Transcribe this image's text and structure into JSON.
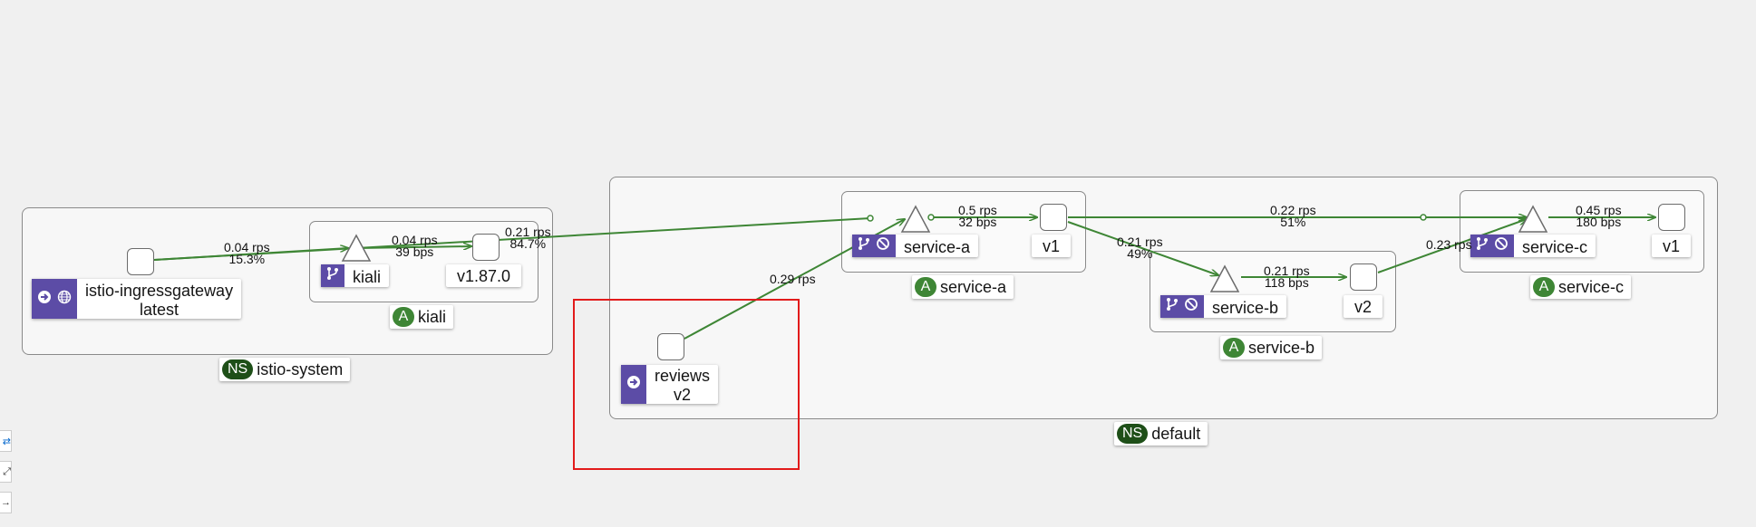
{
  "colors": {
    "edge": "#3e8635",
    "badge": "#5c4ca6",
    "app_pill": "#3e8635",
    "ns_pill": "#1e4f18",
    "highlight": "#e21b1b"
  },
  "namespaces": {
    "istio_system": {
      "badge": "NS",
      "name": "istio-system"
    },
    "default": {
      "badge": "NS",
      "name": "default"
    }
  },
  "apps": {
    "kiali": {
      "badge": "A",
      "name": "kiali"
    },
    "service_a": {
      "badge": "A",
      "name": "service-a"
    },
    "service_b": {
      "badge": "A",
      "name": "service-b"
    },
    "service_c": {
      "badge": "A",
      "name": "service-c"
    }
  },
  "nodes": {
    "ingress": {
      "line1": "istio-ingressgateway",
      "line2": "latest",
      "icons": [
        "arrow-circle-icon",
        "globe-icon"
      ]
    },
    "kiali_svc": {
      "label": "kiali",
      "icons": [
        "branch-icon"
      ]
    },
    "kiali_v": {
      "label": "v1.87.0"
    },
    "service_a_svc": {
      "label": "service-a",
      "icons": [
        "branch-icon",
        "ban-icon"
      ]
    },
    "service_a_v": {
      "label": "v1"
    },
    "service_b_svc": {
      "label": "service-b",
      "icons": [
        "branch-icon",
        "ban-icon"
      ]
    },
    "service_b_v": {
      "label": "v2"
    },
    "service_c_svc": {
      "label": "service-c",
      "icons": [
        "branch-icon",
        "ban-icon"
      ]
    },
    "service_c_v": {
      "label": "v1"
    },
    "reviews": {
      "line1": "reviews",
      "line2": "v2",
      "icons": [
        "arrow-circle-icon"
      ]
    }
  },
  "edges": {
    "ingress_to_kiali": {
      "l1": "0.04 rps",
      "l2": "15.3%"
    },
    "kiali_to_v": {
      "l1": "0.04 rps",
      "l2": "39 bps"
    },
    "ingress_to_service_a": {
      "l1": "0.21 rps",
      "l2": "84.7%"
    },
    "reviews_to_service_a": {
      "l1": "0.29 rps"
    },
    "service_a_to_v1": {
      "l1": "0.5 rps",
      "l2": "32 bps"
    },
    "service_a_v1_to_service_c": {
      "l1": "0.22 rps",
      "l2": "51%"
    },
    "service_a_v1_to_service_b": {
      "l1": "0.21 rps",
      "l2": "49%"
    },
    "service_b_to_v2": {
      "l1": "0.21 rps",
      "l2": "118 bps"
    },
    "service_b_v2_to_service_c": {
      "l1": "0.23 rps"
    },
    "service_c_to_v1": {
      "l1": "0.45 rps",
      "l2": "180 bps"
    }
  },
  "toolbar": {
    "icons": [
      "layout-icon",
      "expand-icon",
      "arrow-right-icon"
    ]
  }
}
